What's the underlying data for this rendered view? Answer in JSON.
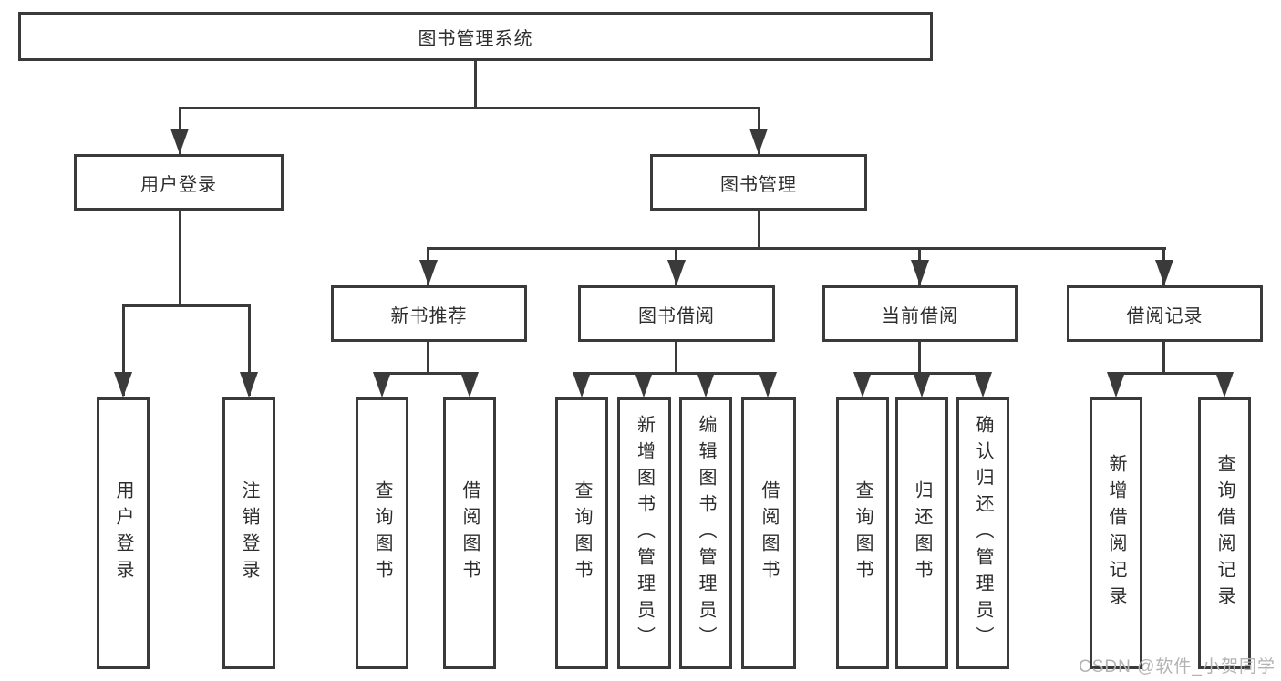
{
  "diagram": {
    "title": "图书管理系统",
    "level2": {
      "user_login": "用户登录",
      "book_mgmt": "图书管理"
    },
    "level3": {
      "new_books": "新书推荐",
      "book_borrow": "图书借阅",
      "current_borrow": "当前借阅",
      "borrow_records": "借阅记录"
    },
    "leaves": {
      "user_login": [
        "用户登录",
        "注销登录"
      ],
      "new_books": [
        "查询图书",
        "借阅图书"
      ],
      "book_borrow": [
        "查询图书",
        "新增图书（管理员）",
        "编辑图书（管理员）",
        "借阅图书"
      ],
      "current_borrow": [
        "查询图书",
        "归还图书",
        "确认归还（管理员）"
      ],
      "borrow_records": [
        "新增借阅记录",
        "查询借阅记录"
      ]
    }
  },
  "watermark": "CSDN @软件_小贺同学",
  "colors": {
    "line": "#3a3a3a",
    "text": "#2d2d2d",
    "watermark": "#b3b3b3",
    "background": "#ffffff"
  }
}
